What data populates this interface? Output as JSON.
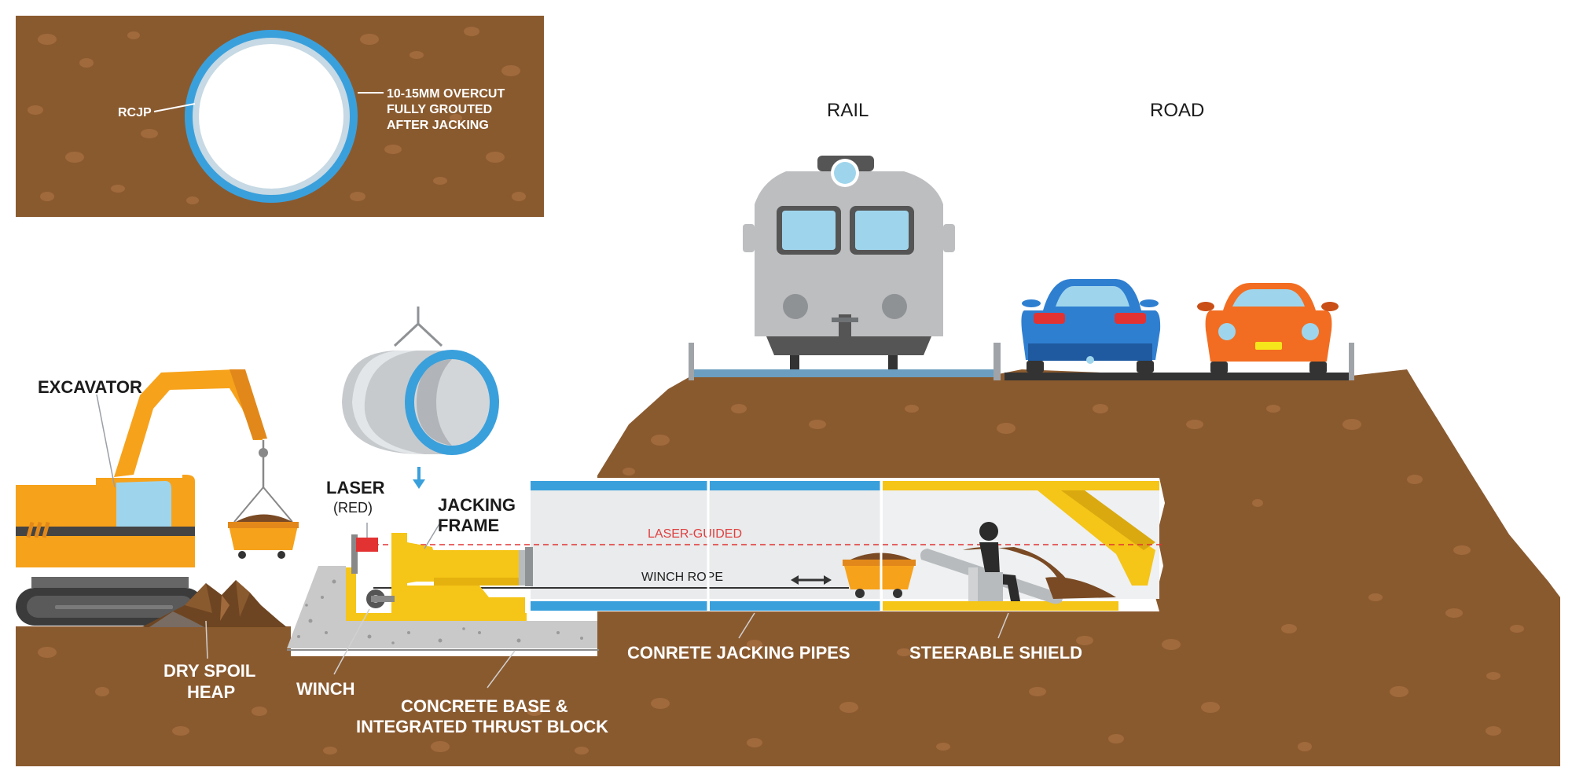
{
  "colors": {
    "soil": "#8a5a2f",
    "soil_dark": "#6e4522",
    "pebble": "#a06a3c",
    "pipe_blue": "#3aa0dc",
    "shield_yellow": "#f5c518",
    "excavator_orange": "#f7a21b",
    "concrete": "#c9c9c9",
    "train_grey": "#bdbec0",
    "car_blue": "#2f7fd1",
    "car_orange": "#f26d21",
    "laser_red": "#e23232"
  },
  "inset": {
    "rcjp_label": "RCJP",
    "overcut_lines": [
      "10-15MM OVERCUT",
      "FULLY GROUTED",
      "AFTER JACKING"
    ]
  },
  "surface": {
    "rail_label": "RAIL",
    "road_label": "ROAD"
  },
  "labels": {
    "excavator": "EXCAVATOR",
    "laser": "LASER",
    "laser_sub": "(RED)",
    "jacking_frame_line1": "JACKING",
    "jacking_frame_line2": "FRAME",
    "laser_guided": "LASER-GUIDED",
    "winch_rope": "WINCH ROPE",
    "dry_spoil_line1": "DRY SPOIL",
    "dry_spoil_line2": "HEAP",
    "winch": "WINCH",
    "concrete_base_line1": "CONCRETE BASE &",
    "concrete_base_line2": "INTEGRATED THRUST BLOCK",
    "jacking_pipes": "CONRETE JACKING PIPES",
    "steerable_shield": "STEERABLE SHIELD"
  },
  "icons": {
    "train": "train-icon",
    "car_left": "car-icon",
    "car_right": "car-icon",
    "excavator": "excavator-icon",
    "pipe_crane": "pipe-segment-icon",
    "operator": "operator-icon",
    "spoil_cart": "spoil-cart-icon",
    "arrow_down": "arrow-down-icon",
    "arrow_double": "double-arrow-icon"
  }
}
